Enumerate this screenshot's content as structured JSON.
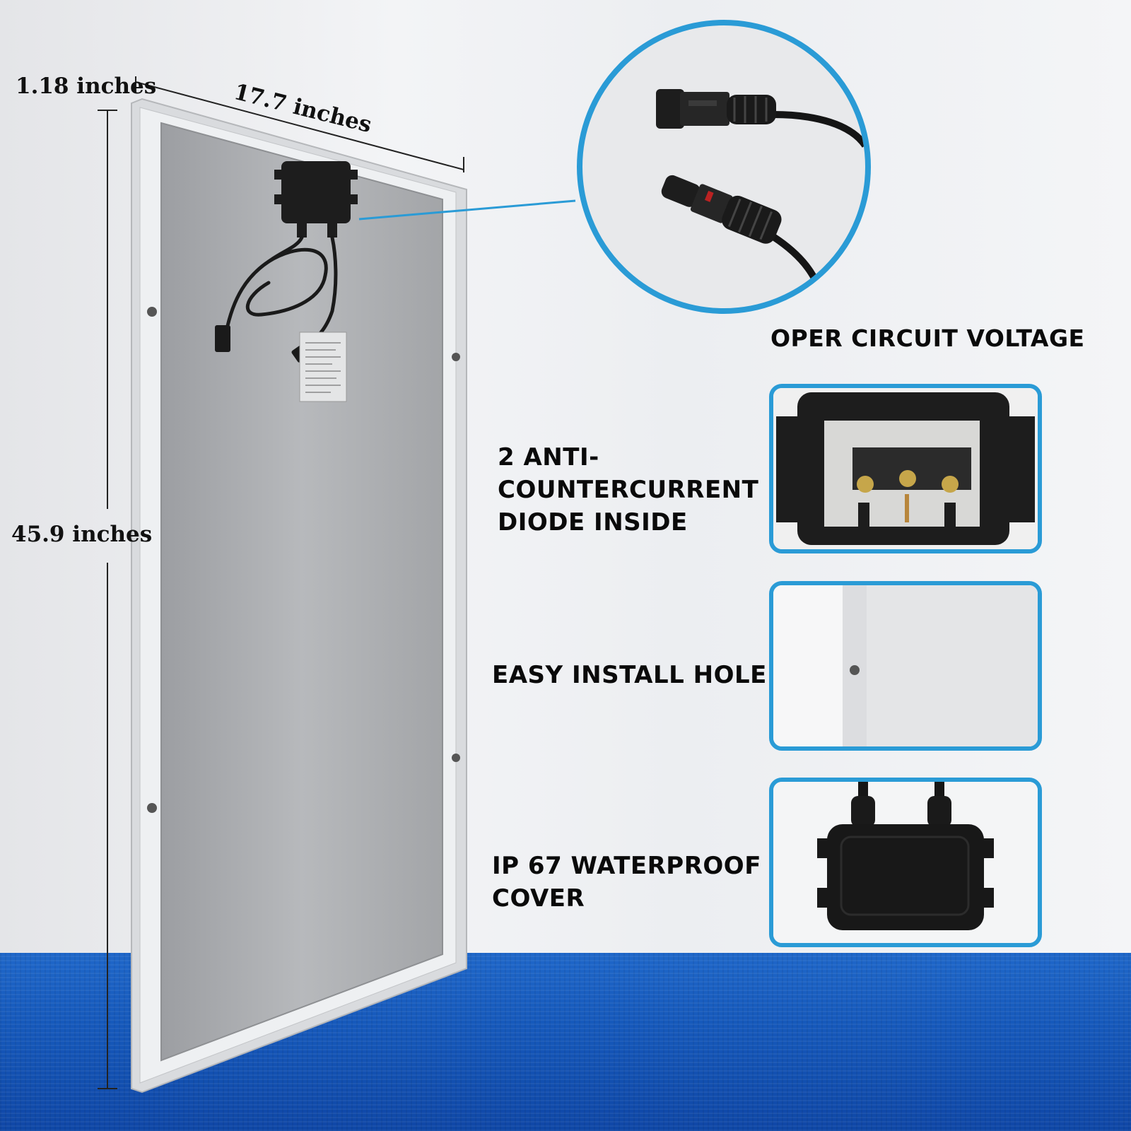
{
  "dimensions": {
    "thickness": "1.18 inches",
    "width": "17.7 inches",
    "height": "45.9 inches"
  },
  "features": {
    "connector_label": "OPER CIRCUIT VOLTAGE",
    "diode_label_lines": [
      "2 ANTI-",
      "COUNTERCURRENT",
      "DIODE INSIDE"
    ],
    "install_hole_label": "EASY INSTALL HOLE",
    "waterproof_label_lines": [
      "IP 67 WATERPROOF",
      "COVER"
    ]
  },
  "colors": {
    "accent_blue": "#2a9bd6",
    "floor_blue": "#1659bb",
    "panel_frame": "#dfe1e4",
    "panel_backsheet": "#a9abae"
  },
  "icons": [
    "junction-box-icon",
    "mc4-connector-icon",
    "mounting-hole-icon",
    "waterproof-cover-icon"
  ]
}
